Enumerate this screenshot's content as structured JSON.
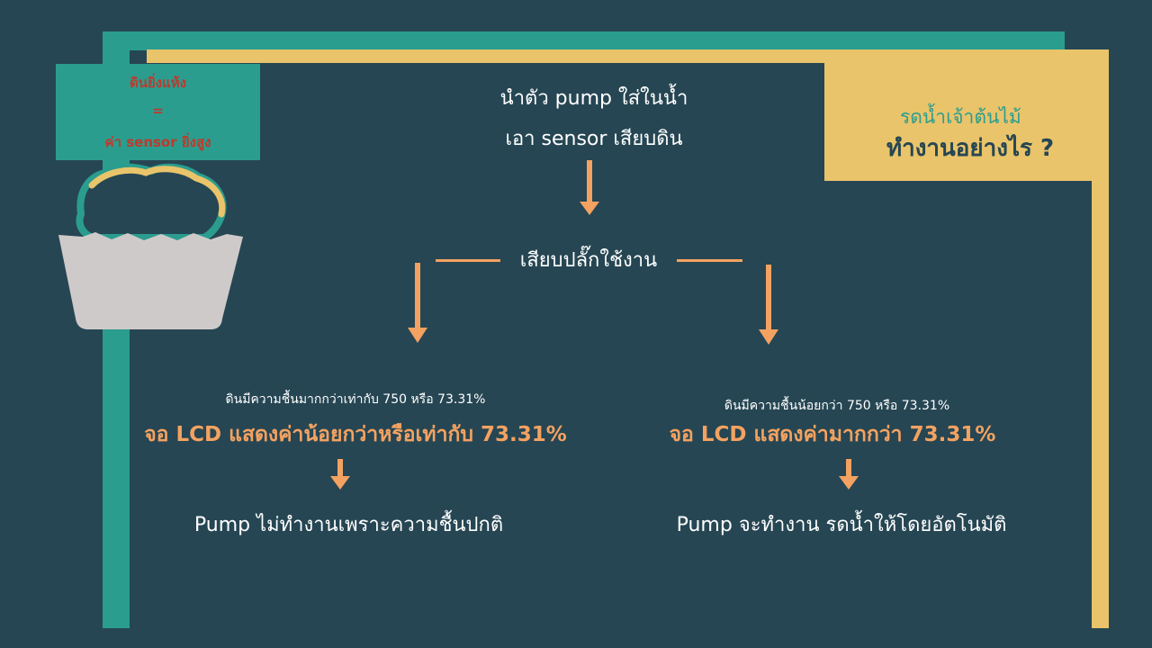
{
  "title": {
    "subtitle": "รดน้ำเจ้าต้นไม้",
    "main": "ทำงานอย่างไร ?"
  },
  "note": {
    "line1": "ดินยิ่งแห้ง",
    "line2": "=",
    "line3": "ค่า sensor ยิ่งสูง"
  },
  "steps": {
    "step1_line1": "นำตัว pump ใส่ในน้ำ",
    "step1_line2": "เอา sensor เสียบดิน",
    "step2": "เสียบปลั๊กใช้งาน"
  },
  "left_branch": {
    "condition": "ดินมีความชื้นมากกว่าเท่ากับ 750 หรือ 73.31%",
    "lcd": "จอ LCD แสดงค่าน้อยกว่าหรือเท่ากับ 73.31%",
    "result": "Pump ไม่ทำงานเพราะความชื้นปกติ"
  },
  "right_branch": {
    "condition": "ดินมีความชื้นน้อยกว่า 750 หรือ 73.31%",
    "lcd": "จอ LCD แสดงค่ามากกว่า 73.31%",
    "result": "Pump จะทำงาน รดน้ำให้โดยอัตโนมัติ"
  },
  "colors": {
    "background": "#264653",
    "teal": "#2a9d8f",
    "gold": "#e9c46a",
    "orange": "#f4a261",
    "red": "#c0392b"
  },
  "icons": [
    "plant-pot-icon",
    "arrow-down-icon"
  ]
}
